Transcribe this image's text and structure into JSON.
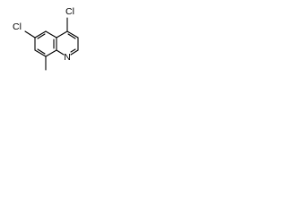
{
  "molecule": {
    "atom_labels": {
      "chloro_top": "Cl",
      "chloro_left": "Cl",
      "ring_nitrogen": "N"
    }
  }
}
